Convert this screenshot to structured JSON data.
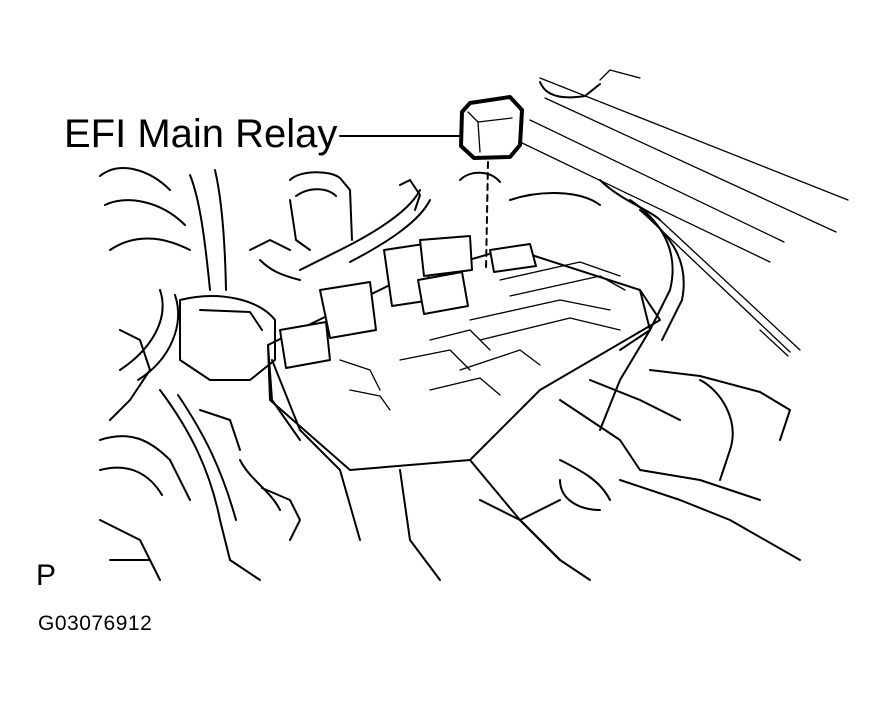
{
  "diagram": {
    "callout_label": "EFI Main Relay",
    "view_marker": "P",
    "figure_code": "G03076912"
  },
  "icons": {
    "relay_symbol": "relay-cube-icon"
  },
  "colors": {
    "line": "#000000",
    "background": "#ffffff"
  }
}
